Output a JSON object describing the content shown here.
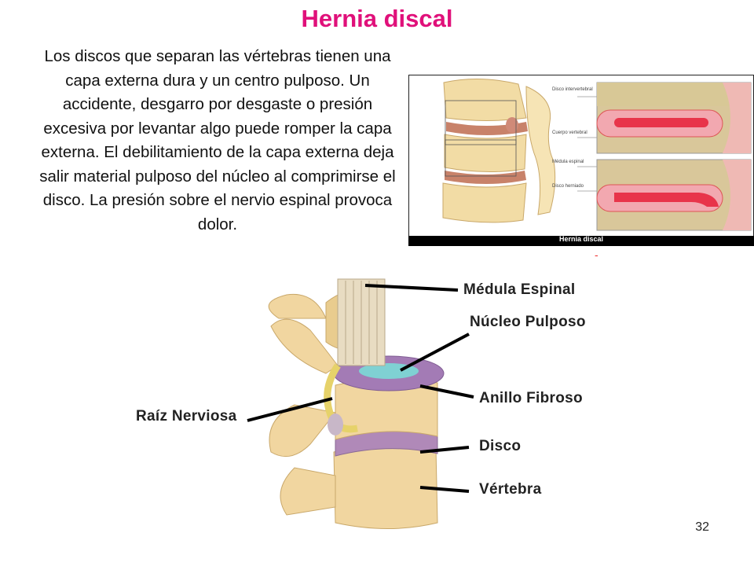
{
  "slide": {
    "title": "Hernia discal",
    "paragraph": "Los discos que separan las vértebras tienen una capa externa dura y un centro pulposo. Un accidente, desgarro por desgaste o presión excesiva por levantar algo puede romper la capa externa. El debilitamiento de la capa externa deja salir material pulposo del núcleo al comprimirse el disco. La presión sobre el nervio espinal provoca dolor.",
    "page_number": "32"
  },
  "figure_top": {
    "caption": "Hernia discal",
    "labels": {
      "disco_intervertebral": "Disco intervertebral",
      "cuerpo_vertebral": "Cuerpo vertebral",
      "medula_espinal": "Médula espinal",
      "disco_herniado": "Disco herniado"
    },
    "dash": "-"
  },
  "figure_bottom": {
    "labels": {
      "medula": "Médula Espinal",
      "nucleo": "Núcleo Pulposo",
      "anillo": "Anillo Fibroso",
      "raiz": "Raíz Nerviosa",
      "disco": "Disco",
      "vertebra": "Vértebra"
    }
  },
  "colors": {
    "title": "#e0107a",
    "bone": "#f2dca5",
    "disc": "#c8826a",
    "nucleus": "#e8344a",
    "annulus": "#a37bb5"
  }
}
